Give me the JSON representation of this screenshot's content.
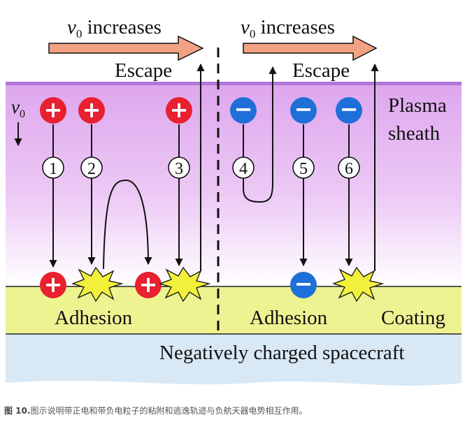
{
  "labels": {
    "v0_symbol": "v",
    "v0_subscript": "0",
    "increases": " increases",
    "escape": "Escape",
    "plasma": "Plasma",
    "sheath": "sheath",
    "adhesion": "Adhesion",
    "coating": "Coating",
    "spacecraft": "Negatively charged spacecraft"
  },
  "markers": {
    "positive": "+",
    "negative": "−"
  },
  "paths": [
    "1",
    "2",
    "3",
    "4",
    "5",
    "6"
  ],
  "caption": {
    "prefix": "图 10.",
    "text": "图示说明带正电和带负电粒子的粘附和逃逸轨迹与负航天器电势相互作用。"
  },
  "colors": {
    "sheath_top": "#dea6ee",
    "sheath_bottom": "#ffffff",
    "sheath_line": "#b374d9",
    "coating": "#eef392",
    "spacecraft": "#d8e8f5",
    "arrow_fill": "#f3a183",
    "positive": "#e8202f",
    "negative": "#1f6fd9",
    "spark": "#f3f03c"
  }
}
